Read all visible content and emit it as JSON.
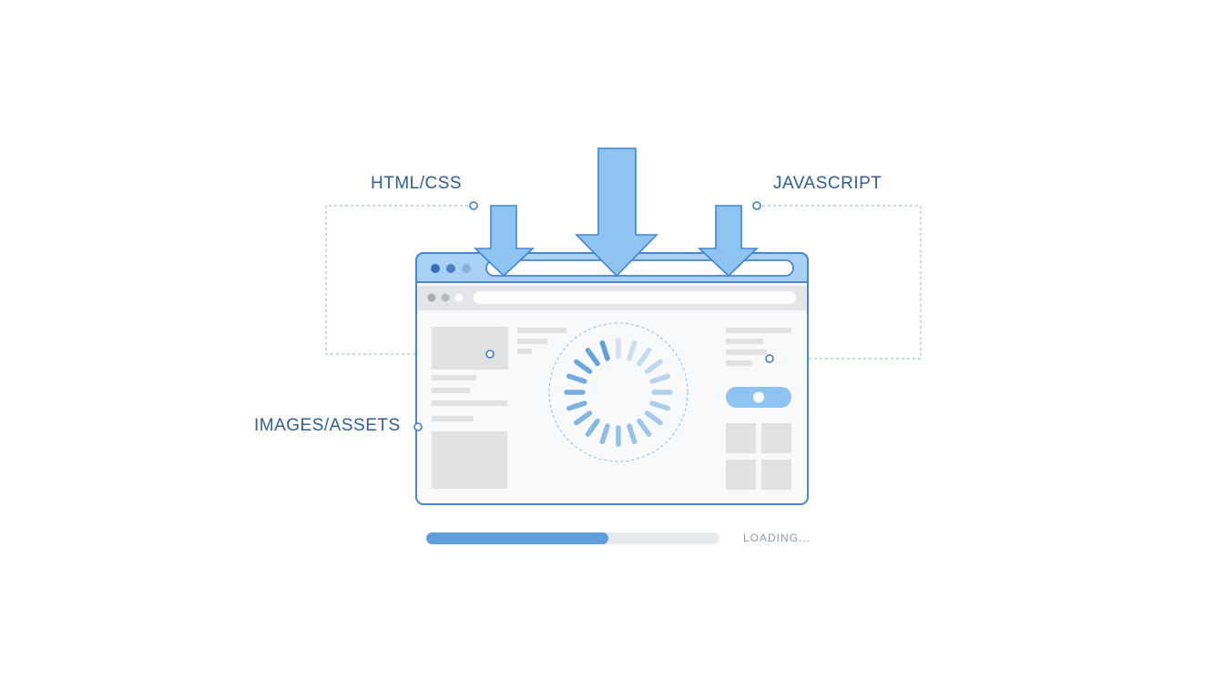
{
  "labels": {
    "html_css": "HTML/CSS",
    "javascript": "JAVASCRIPT",
    "images_assets": "IMAGES/ASSETS"
  },
  "loading": {
    "text": "LOADING...",
    "progress": 0.62
  },
  "colors": {
    "accent": "#5e9fdc",
    "arrow_fill": "#8fc4f2",
    "arrow_stroke": "#3f86d6",
    "frame_stroke": "#4a86cf",
    "label": "#2f5e9a",
    "placeholder": "#e0e1e3"
  },
  "icons": {
    "spinner": "loading-spinner-icon",
    "arrows": "download-arrow-icon"
  }
}
